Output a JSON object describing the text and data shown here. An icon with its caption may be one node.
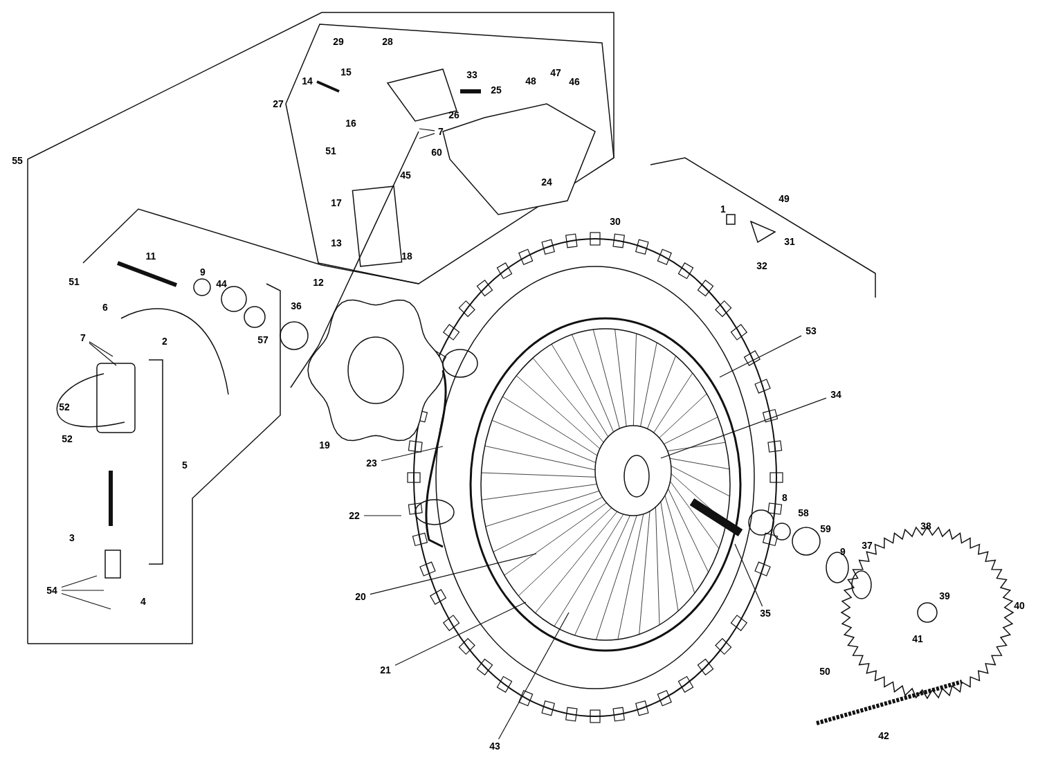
{
  "diagram": {
    "nodes": [
      {
        "text": [
          "7"
        ]
      },
      {
        "text": [
          "53"
        ]
      },
      {
        "text": [
          "7"
        ]
      },
      {
        "text": [
          "34"
        ]
      },
      {
        "text": [
          "23"
        ]
      },
      {
        "text": [
          "22"
        ]
      },
      {
        "text": [
          "54"
        ]
      },
      {
        "text": [
          "20"
        ]
      },
      {
        "text": [
          "35"
        ]
      },
      {
        "text": [
          "21"
        ]
      },
      {
        "text": [
          "43"
        ]
      }
    ],
    "edges": [
      {
        "from": 0,
        "to": null,
        "arrow": "none"
      },
      {
        "from": 0,
        "to": null,
        "arrow": "none"
      },
      {
        "from": 1,
        "to": null,
        "arrow": "none"
      },
      {
        "from": 2,
        "to": null,
        "arrow": "none"
      },
      {
        "from": 2,
        "to": null,
        "arrow": "none"
      },
      {
        "from": 3,
        "to": null,
        "arrow": "none"
      },
      {
        "from": 4,
        "to": null,
        "arrow": "none"
      },
      {
        "from": 5,
        "to": null,
        "arrow": "none"
      },
      {
        "from": 6,
        "to": null,
        "arrow": "none"
      },
      {
        "from": 6,
        "to": null,
        "arrow": "none"
      },
      {
        "from": 6,
        "to": null,
        "arrow": "none"
      },
      {
        "from": 7,
        "to": null,
        "arrow": "none"
      },
      {
        "from": 8,
        "to": null,
        "arrow": "none"
      },
      {
        "from": 9,
        "to": null,
        "arrow": "none"
      },
      {
        "from": 10,
        "to": null,
        "arrow": "none"
      }
    ],
    "labels": [
      "29",
      "28",
      "15",
      "33",
      "47",
      "14",
      "48",
      "46",
      "25",
      "27",
      "26",
      "16",
      "51",
      "60",
      "55",
      "45",
      "24",
      "49",
      "17",
      "1",
      "30",
      "31",
      "13",
      "11",
      "18",
      "32",
      "9",
      "51",
      "12",
      "44",
      "36",
      "6",
      "57",
      "2",
      "52",
      "52",
      "19",
      "5",
      "8",
      "58",
      "59",
      "38",
      "3",
      "37",
      "9",
      "39",
      "4",
      "40",
      "41",
      "50",
      "42"
    ]
  }
}
